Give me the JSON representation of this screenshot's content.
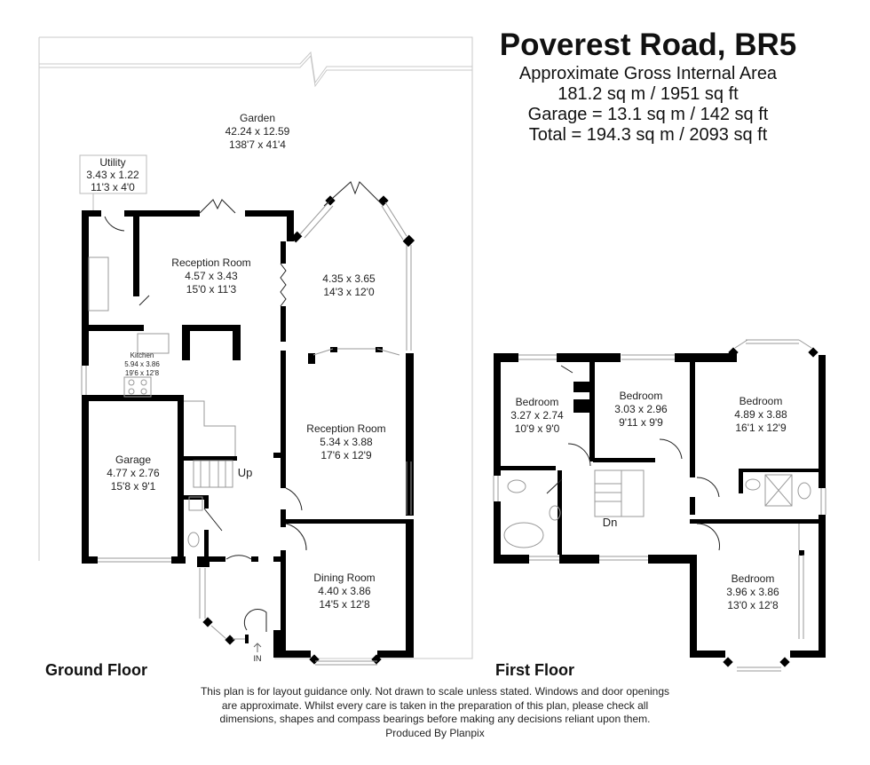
{
  "header": {
    "title": "Poverest Road, BR5",
    "area_label": "Approximate Gross Internal Area",
    "area_main": "181.2 sq m / 1951 sq ft",
    "area_garage": "Garage = 13.1 sq m / 142 sq ft",
    "area_total": "Total = 194.3 sq m / 2093 sq ft"
  },
  "ground_floor": {
    "label": "Ground Floor",
    "rooms": [
      {
        "name": "Garden",
        "metric": "42.24 x 12.59",
        "imperial": "138'7 x 41'4"
      },
      {
        "name": "Utility",
        "metric": "3.43 x 1.22",
        "imperial": "11'3 x 4'0"
      },
      {
        "name": "Reception Room",
        "metric": "4.57 x 3.43",
        "imperial": "15'0 x 11'3"
      },
      {
        "name": "",
        "metric": "4.35 x 3.65",
        "imperial": "14'3 x 12'0"
      },
      {
        "name": "Kitchen",
        "metric": "5.94 x 3.86",
        "imperial": "19'6 x 12'8"
      },
      {
        "name": "Garage",
        "metric": "4.77 x 2.76",
        "imperial": "15'8 x 9'1"
      },
      {
        "name": "Reception Room",
        "metric": "5.34 x 3.88",
        "imperial": "17'6 x 12'9"
      },
      {
        "name": "Dining Room",
        "metric": "4.40 x 3.86",
        "imperial": "14'5 x 12'8"
      }
    ],
    "stairs_label": "Up",
    "entrance_label": "IN"
  },
  "first_floor": {
    "label": "First Floor",
    "rooms": [
      {
        "name": "Bedroom",
        "metric": "3.27 x 2.74",
        "imperial": "10'9 x 9'0"
      },
      {
        "name": "Bedroom",
        "metric": "3.03 x 2.96",
        "imperial": "9'11 x 9'9"
      },
      {
        "name": "Bedroom",
        "metric": "4.89 x 3.88",
        "imperial": "16'1 x 12'9"
      },
      {
        "name": "Bedroom",
        "metric": "3.96 x 3.86",
        "imperial": "13'0 x 12'8"
      }
    ],
    "stairs_label": "Dn"
  },
  "disclaimer": {
    "line1": "This plan is for layout guidance only. Not drawn to scale unless stated. Windows and door openings",
    "line2": "are approximate. Whilst every care is taken in the preparation of this plan, please check all",
    "line3": "dimensions, shapes and compass bearings before making any decisions reliant upon them.",
    "line4": "Produced By Planpix"
  },
  "colors": {
    "wall": "#000000",
    "window": "#bbbbbb",
    "garden_outline": "#cccccc",
    "text": "#222222"
  }
}
